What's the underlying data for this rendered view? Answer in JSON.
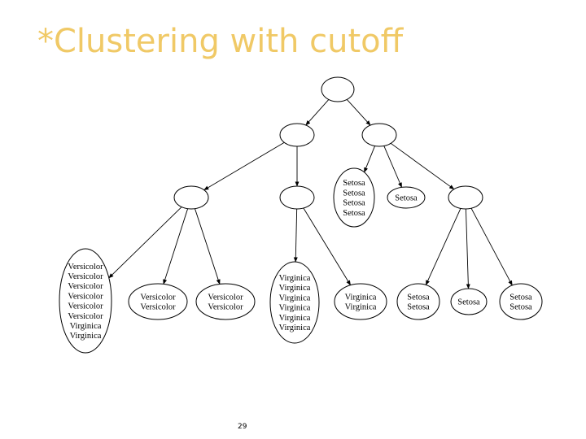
{
  "slide": {
    "title": "*Clustering with cutoff",
    "page_number": "29"
  },
  "tree": {
    "root": {
      "labels": []
    },
    "level1": [
      {
        "id": "n1",
        "labels": []
      },
      {
        "id": "n2",
        "labels": []
      }
    ],
    "level2": [
      {
        "id": "n1a",
        "labels": []
      },
      {
        "id": "n1b",
        "labels": []
      },
      {
        "id": "n2a",
        "labels": [
          "Setosa",
          "Setosa",
          "Setosa",
          "Setosa"
        ]
      },
      {
        "id": "n2b",
        "labels": [
          "Setosa"
        ]
      },
      {
        "id": "n2c",
        "labels": []
      }
    ],
    "leaves": [
      {
        "id": "l1",
        "labels": [
          "Versicolor",
          "Versicolor",
          "Versicolor",
          "Versicolor",
          "Versicolor",
          "Versicolor",
          "Virginica",
          "Virginica"
        ]
      },
      {
        "id": "l2",
        "labels": [
          "Versicolor",
          "Versicolor"
        ]
      },
      {
        "id": "l3",
        "labels": [
          "Versicolor",
          "Versicolor"
        ]
      },
      {
        "id": "l4",
        "labels": [
          "Virginica",
          "Virginica",
          "Virginica",
          "Virginica",
          "Virginica",
          "Virginica"
        ]
      },
      {
        "id": "l5",
        "labels": [
          "Virginica",
          "Virginica"
        ]
      },
      {
        "id": "l6",
        "labels": [
          "Setosa",
          "Setosa"
        ]
      },
      {
        "id": "l7",
        "labels": [
          "Setosa"
        ]
      },
      {
        "id": "l8",
        "labels": [
          "Setosa",
          "Setosa"
        ]
      }
    ]
  }
}
